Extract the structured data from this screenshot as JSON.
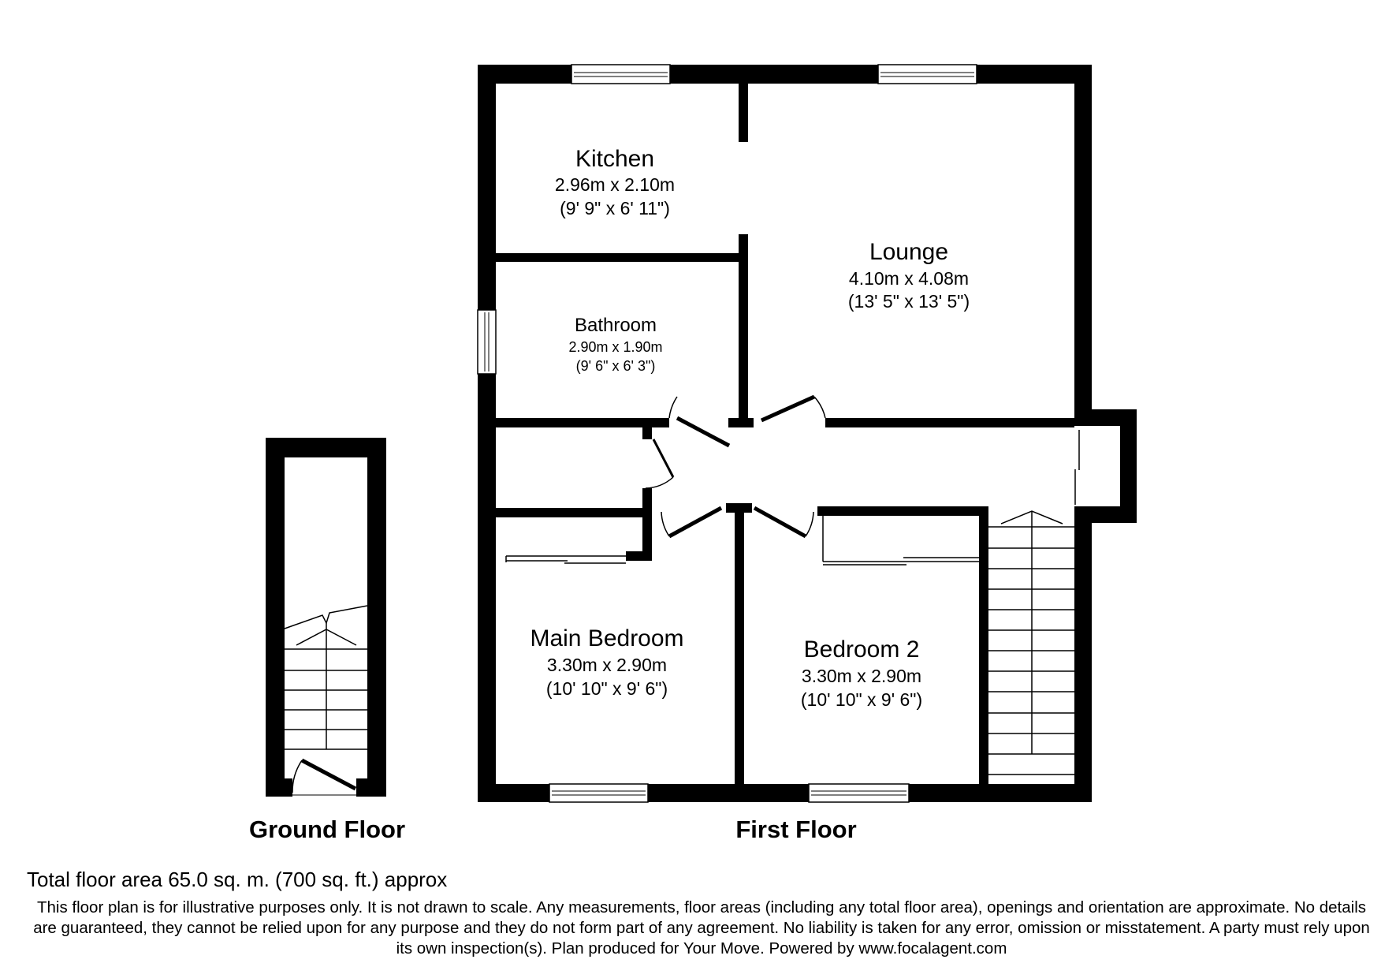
{
  "rooms": {
    "kitchen": {
      "name": "Kitchen",
      "metric": "2.96m x 2.10m",
      "imperial": "(9' 9\" x 6' 11\")"
    },
    "lounge": {
      "name": "Lounge",
      "metric": "4.10m x 4.08m",
      "imperial": "(13' 5\" x 13' 5\")"
    },
    "bathroom": {
      "name": "Bathroom",
      "metric": "2.90m x 1.90m",
      "imperial": "(9' 6\" x 6' 3\")"
    },
    "main_bedroom": {
      "name": "Main Bedroom",
      "metric": "3.30m x 2.90m",
      "imperial": "(10' 10\" x 9' 6\")"
    },
    "bedroom_2": {
      "name": "Bedroom 2",
      "metric": "3.30m x 2.90m",
      "imperial": "(10' 10\" x 9' 6\")"
    }
  },
  "floors": {
    "ground": "Ground Floor",
    "first": "First Floor"
  },
  "total_area": "Total floor area 65.0 sq. m. (700 sq. ft.) approx",
  "disclaimer": "This floor plan is for illustrative purposes only. It is not drawn to scale. Any measurements, floor areas (including any total floor area), openings and orientation are approximate. No details are guaranteed, they cannot be relied upon for any purpose and they do not form part of any agreement. No liability is taken for any error, omission or misstatement. A party must rely upon its own inspection(s). Plan produced for Your Move. Powered by www.focalagent.com",
  "colors": {
    "wall": "#000000",
    "background": "#ffffff",
    "window": "#ffffff"
  }
}
